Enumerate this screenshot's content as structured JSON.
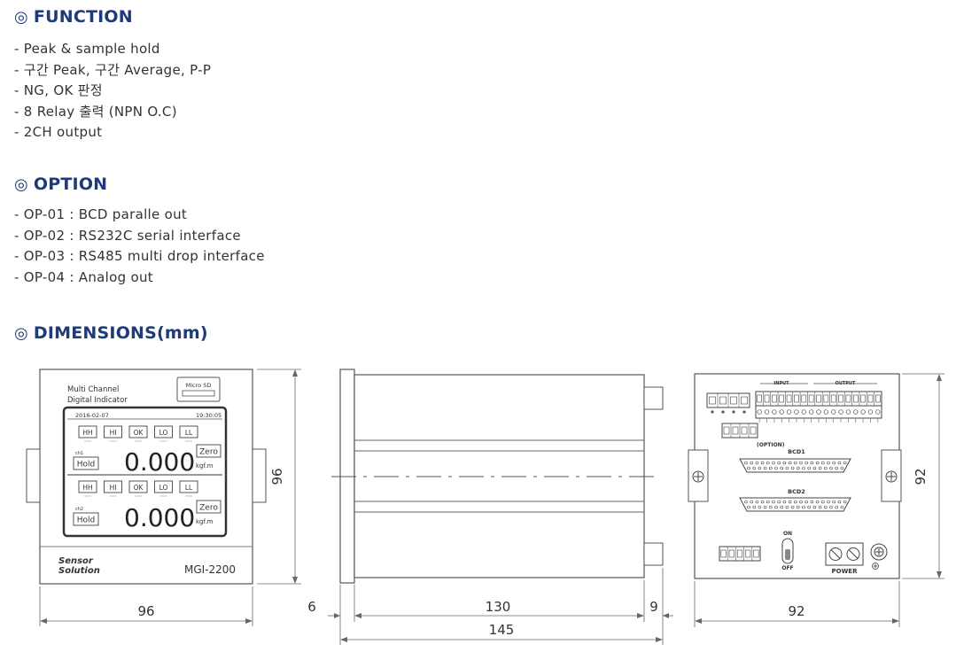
{
  "function": {
    "mark": "◎",
    "title": "FUNCTION",
    "items": [
      "- Peak & sample hold",
      "- 구간 Peak, 구간 Average, P-P",
      "- NG, OK 판정",
      "- 8 Relay 출력 (NPN O.C)",
      "- 2CH output"
    ]
  },
  "option": {
    "mark": "◎",
    "title": "OPTION",
    "items": [
      "- OP-01 : BCD paralle out",
      "- OP-02 : RS232C serial interface",
      "- OP-03 : RS485 multi drop interface",
      "- OP-04 : Analog out"
    ]
  },
  "dimensions": {
    "mark": "◎",
    "title": "DIMENSIONS(mm)",
    "front": {
      "title_line1": "Multi Channel",
      "title_line2": "Digital Indicator",
      "slot": "Micro SD",
      "date": "2016-02-07",
      "time": "19:30:05",
      "status_buttons": [
        "HH",
        "HI",
        "OK",
        "LO",
        "LL"
      ],
      "ch1": "ch1",
      "ch2": "ch2",
      "hold": "Hold",
      "zero": "Zero",
      "value": "0.000",
      "unit": "kgf.m",
      "brand_line1": "Sensor",
      "brand_line2": "Solution",
      "model": "MGI-2200",
      "width": "96",
      "height": "96"
    },
    "side": {
      "dim_front": "6",
      "dim_body": "130",
      "dim_rear": "9",
      "dim_total": "145"
    },
    "rear": {
      "input": "INPUT",
      "output": "OUTPUT",
      "option": "(OPTION)",
      "bcd1": "BCD1",
      "bcd2": "BCD2",
      "on": "ON",
      "off": "OFF",
      "power": "POWER",
      "width": "92",
      "height": "92"
    }
  }
}
